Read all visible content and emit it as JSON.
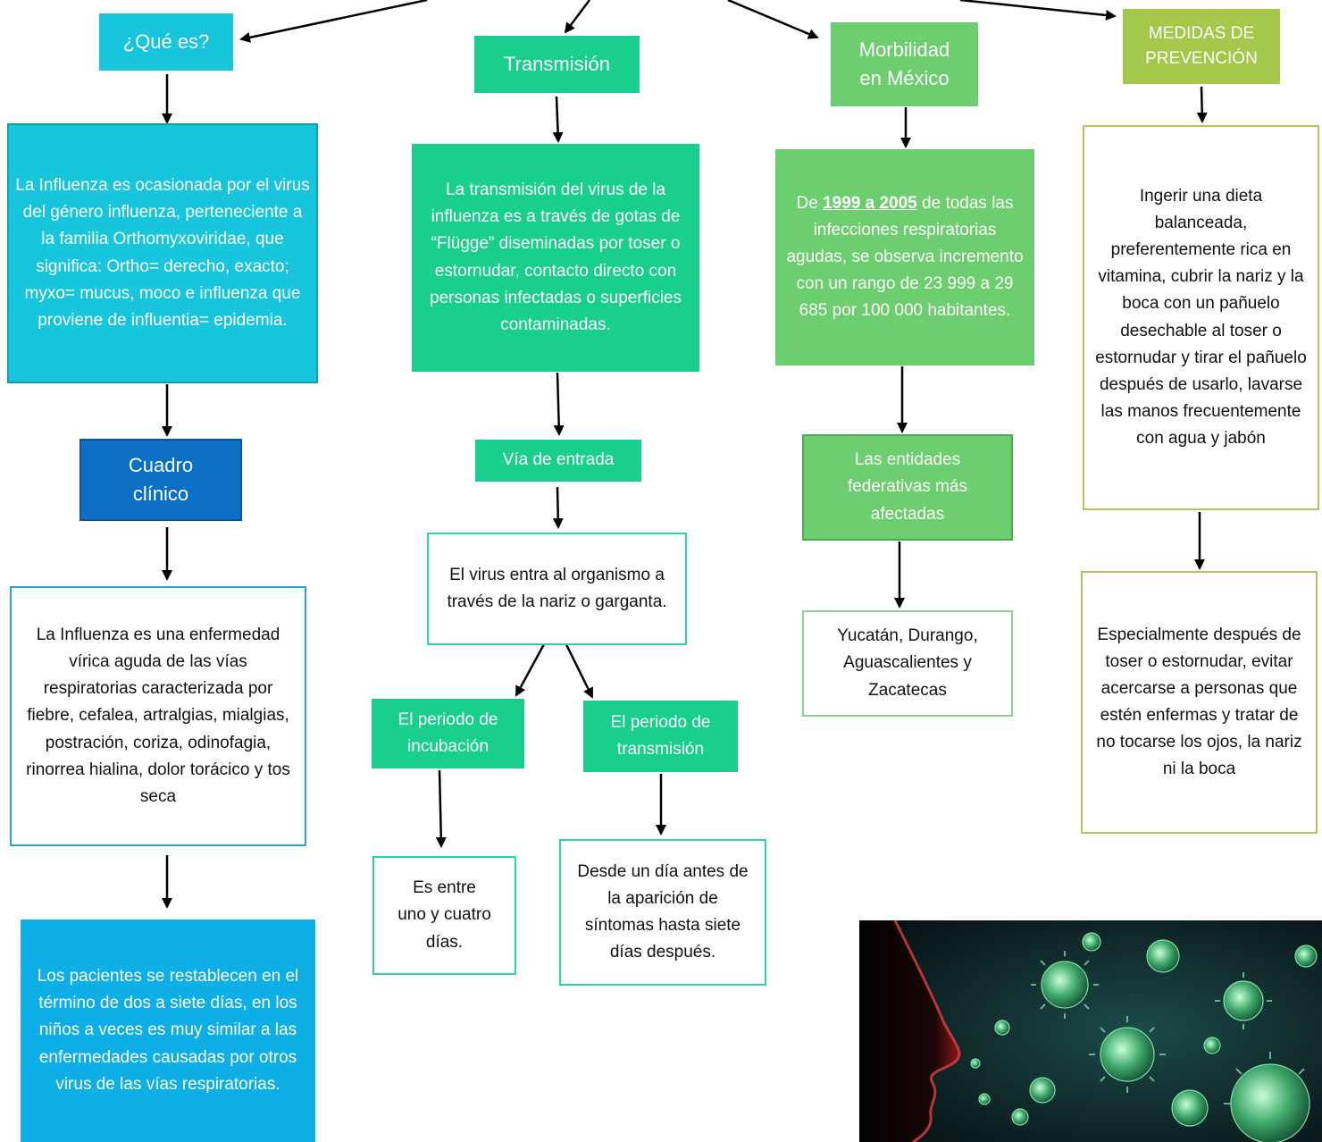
{
  "que_es": {
    "title": "¿Qué es?",
    "definition": "La Influenza es ocasionada por el virus del género influenza, perteneciente a la familia Orthomyxoviridae, que significa: Ortho= derecho, exacto; myxo= mucus, moco e influenza que proviene de influentia= epidemia.",
    "cuadro_title": "Cuadro clínico",
    "cuadro_text": "La Influenza es una enfermedad vírica aguda de las vías respiratorias caracterizada por fiebre, cefalea, artralgias, mialgias, postración, coriza, odinofagia, rinorrea hialina, dolor torácico y tos seca",
    "recovery": "Los pacientes se restablecen en el término de dos a siete días, en los niños a veces es muy similar a las enfermedades causadas por otros virus de las vías respiratorias."
  },
  "transmision": {
    "title": "Transmisión",
    "text": "La transmisión del virus de la influenza es a través de gotas de “Flügge” diseminadas por toser o estornudar, contacto directo con personas infectadas o superficies contaminadas.",
    "via_title": "Vía de entrada",
    "via_text": "El virus entra al organismo a través de la nariz o garganta.",
    "incubacion_title": "El periodo de incubación",
    "incubacion_text": "Es entre uno y cuatro días.",
    "periodo_title": "El periodo de transmisión",
    "periodo_text": "Desde un día antes de la aparición de síntomas hasta siete días después."
  },
  "morbilidad": {
    "title": "Morbilidad en México",
    "text_prefix": "De ",
    "text_highlight": "1999 a 2005",
    "text_suffix": " de todas las infecciones respiratorias agudas, se observa incremento con un rango de 23 999 a 29 685 por 100 000 habitantes.",
    "entidades_title": "Las entidades federativas más afectadas",
    "entidades_text": "Yucatán, Durango, Aguascalientes y Zacatecas"
  },
  "prevencion": {
    "title": "MEDIDAS DE PREVENCIÓN",
    "text": "Ingerir una dieta balanceada, preferentemente rica en vitamina, cubrir la nariz y la boca con un pañuelo desechable al toser o estornudar y tirar el pañuelo después de usarlo, lavarse las manos frecuentemente con agua y jabón",
    "text2": "Especialmente después de toser o estornudar, evitar acercarse a personas que estén enfermas y tratar de no tocarse los ojos, la nariz ni la boca"
  },
  "colors": {
    "cyan": "#17c6dd",
    "dark_blue": "#0b6fc4",
    "sky_blue": "#0eaee6",
    "teal": "#19cf8e",
    "green": "#6cce6f",
    "olive": "#a3c84a"
  }
}
